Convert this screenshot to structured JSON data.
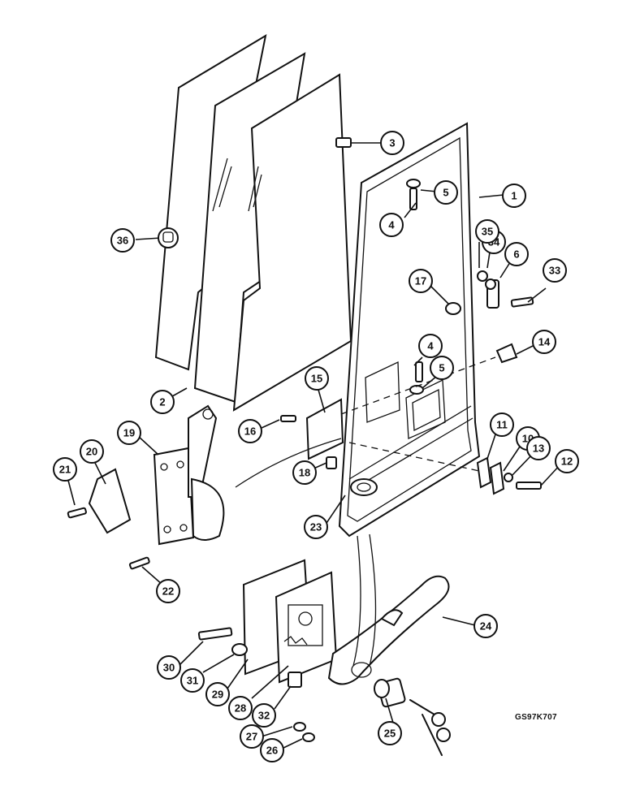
{
  "drawing_code": "GS97K707",
  "callouts": [
    {
      "label": "1"
    },
    {
      "label": "2"
    },
    {
      "label": "3"
    },
    {
      "label": "4"
    },
    {
      "label": "4"
    },
    {
      "label": "5"
    },
    {
      "label": "5"
    },
    {
      "label": "6"
    },
    {
      "label": "10"
    },
    {
      "label": "11"
    },
    {
      "label": "12"
    },
    {
      "label": "13"
    },
    {
      "label": "14"
    },
    {
      "label": "15"
    },
    {
      "label": "16"
    },
    {
      "label": "17"
    },
    {
      "label": "18"
    },
    {
      "label": "19"
    },
    {
      "label": "20"
    },
    {
      "label": "21"
    },
    {
      "label": "22"
    },
    {
      "label": "23"
    },
    {
      "label": "24"
    },
    {
      "label": "25"
    },
    {
      "label": "26"
    },
    {
      "label": "27"
    },
    {
      "label": "28"
    },
    {
      "label": "29"
    },
    {
      "label": "30"
    },
    {
      "label": "31"
    },
    {
      "label": "32"
    },
    {
      "label": "33"
    },
    {
      "label": "34"
    },
    {
      "label": "35"
    },
    {
      "label": "36"
    }
  ]
}
